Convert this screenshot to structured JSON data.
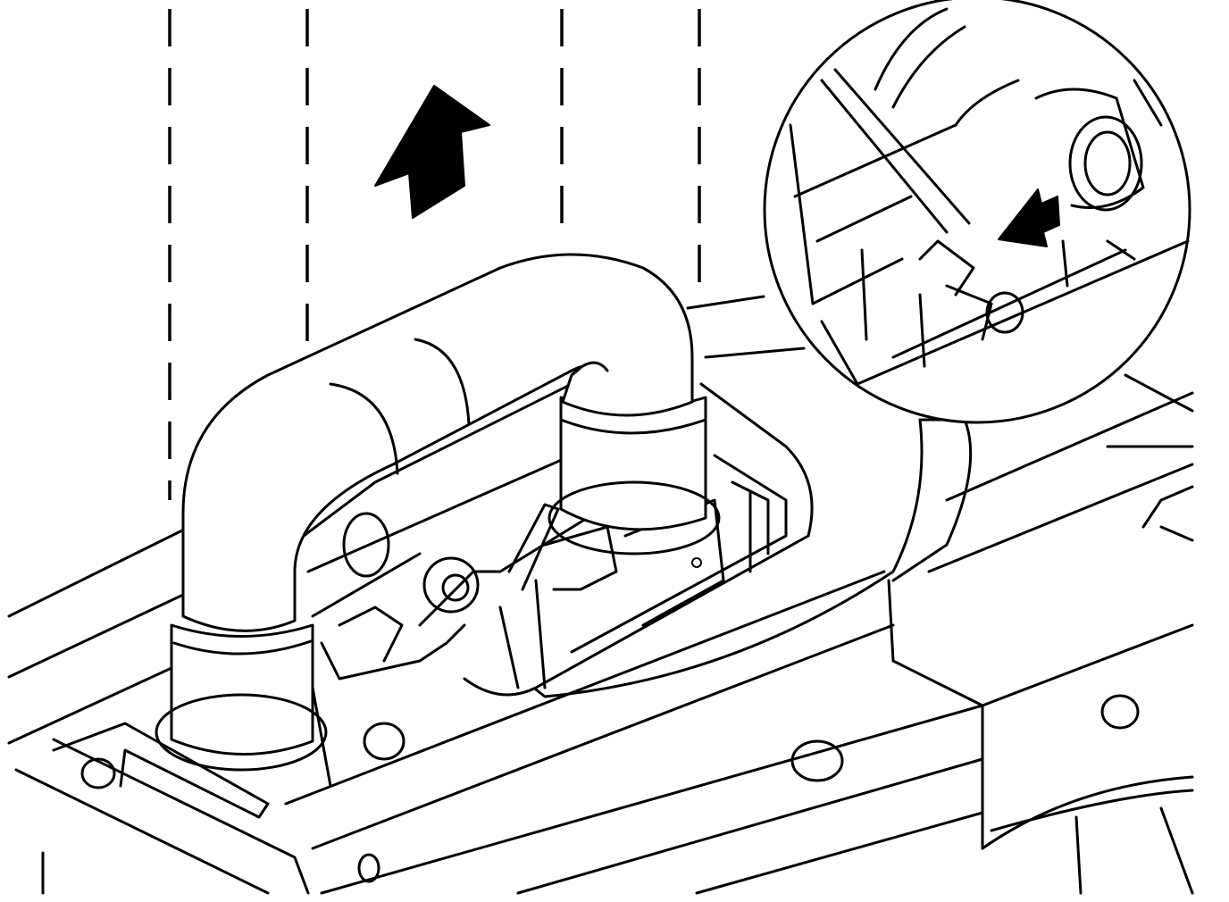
{
  "diagram": {
    "kind": "technical line illustration",
    "style": "black line art on white",
    "colors": {
      "line": "#000000",
      "background": "#ffffff"
    },
    "elements": [
      "guide-lines",
      "removal-arrow",
      "hose-elbow",
      "housing",
      "detail-inset",
      "inset-arrow"
    ]
  }
}
